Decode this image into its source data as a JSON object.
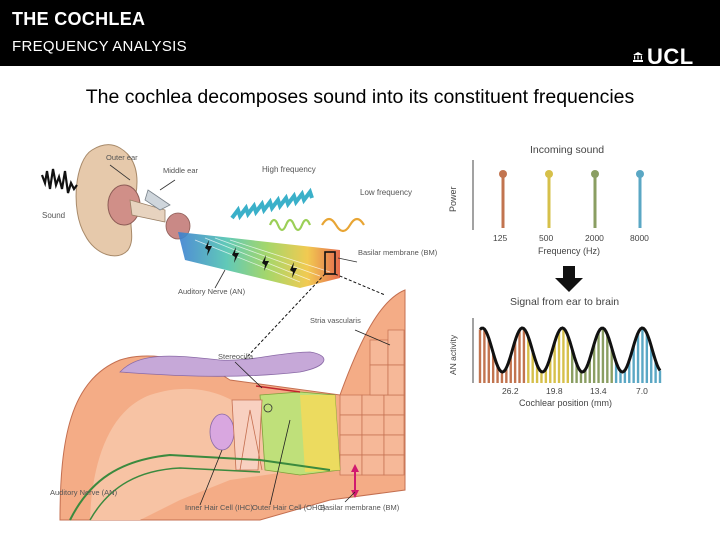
{
  "header": {
    "title": "THE COCHLEA",
    "subtitle": "FREQUENCY ANALYSIS",
    "logo_text": "UCL"
  },
  "headline": "The cochlea decomposes sound into its constituent frequencies",
  "ear_diagram": {
    "outer_ear": "Outer ear",
    "middle_ear": "Middle ear",
    "sound": "Sound",
    "high_frequency": "High frequency",
    "low_frequency": "Low frequency",
    "basilar_membrane_bm": "Basilar membrane (BM)",
    "auditory_nerve": "Auditory Nerve (AN)"
  },
  "cross_section": {
    "stria_vascularis": "Stria vascularis",
    "stereocilia": "Stereocilia",
    "auditory_nerve": "Auditory Nerve (AN)",
    "inner_hair_cell": "Inner Hair Cell (IHC)",
    "outer_hair_cell": "Outer Hair Cell (OHC)",
    "basilar_membrane": "Basilar membrane (BM)"
  },
  "incoming_panel": {
    "title": "Incoming sound",
    "ylabel": "Power",
    "xlabel": "Frequency (Hz)",
    "tick_labels": [
      "125",
      "500",
      "2000",
      "8000"
    ],
    "colors": [
      "#c2744f",
      "#d6c04a",
      "#8a9e62",
      "#5aa7c4"
    ]
  },
  "signal_panel": {
    "title": "Signal from ear to brain",
    "ylabel": "AN activity",
    "xlabel": "Cochlear position (mm)",
    "tick_labels": [
      "26.2",
      "19.8",
      "13.4",
      "7.0"
    ]
  }
}
